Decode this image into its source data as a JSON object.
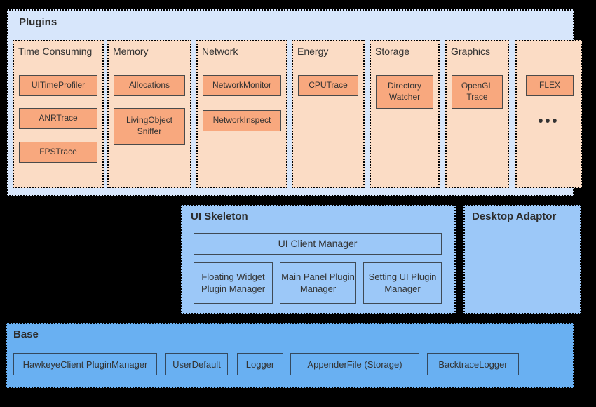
{
  "colors": {
    "background": "#000000",
    "plugins_fill": "#D7E6FB",
    "category_fill": "#FBDCC5",
    "module_fill": "#F8A87E",
    "skeleton_fill": "#9CC8F8",
    "base_fill": "#69B0F2",
    "border_dotted": "#000000",
    "border_solid": "#4A4A4A",
    "text": "#333333"
  },
  "plugins": {
    "title": "Plugins",
    "columns": [
      {
        "title": "Time Consuming",
        "items": [
          "UITimeProfiler",
          "ANRTrace",
          "FPSTrace"
        ]
      },
      {
        "title": "Memory",
        "items": [
          "Allocations",
          "LivingObject Sniffer"
        ]
      },
      {
        "title": "Network",
        "items": [
          "NetworkMonitor",
          "NetworkInspect"
        ]
      },
      {
        "title": "Energy",
        "items": [
          "CPUTrace"
        ]
      },
      {
        "title": "Storage",
        "items": [
          "Directory Watcher"
        ]
      },
      {
        "title": "Graphics",
        "items": [
          "OpenGL Trace"
        ]
      },
      {
        "title": "",
        "items": [
          "FLEX"
        ],
        "more": "•••"
      }
    ]
  },
  "ui_skeleton": {
    "title": "UI Skeleton",
    "client_manager": "UI Client Manager",
    "managers": [
      "Floating Widget Plugin Manager",
      "Main Panel Plugin Manager",
      "Setting UI Plugin Manager"
    ]
  },
  "desktop_adaptor": {
    "title": "Desktop Adaptor"
  },
  "base": {
    "title": "Base",
    "items": [
      "HawkeyeClient PluginManager",
      "UserDefault",
      "Logger",
      "AppenderFile (Storage)",
      "BacktraceLogger"
    ]
  }
}
